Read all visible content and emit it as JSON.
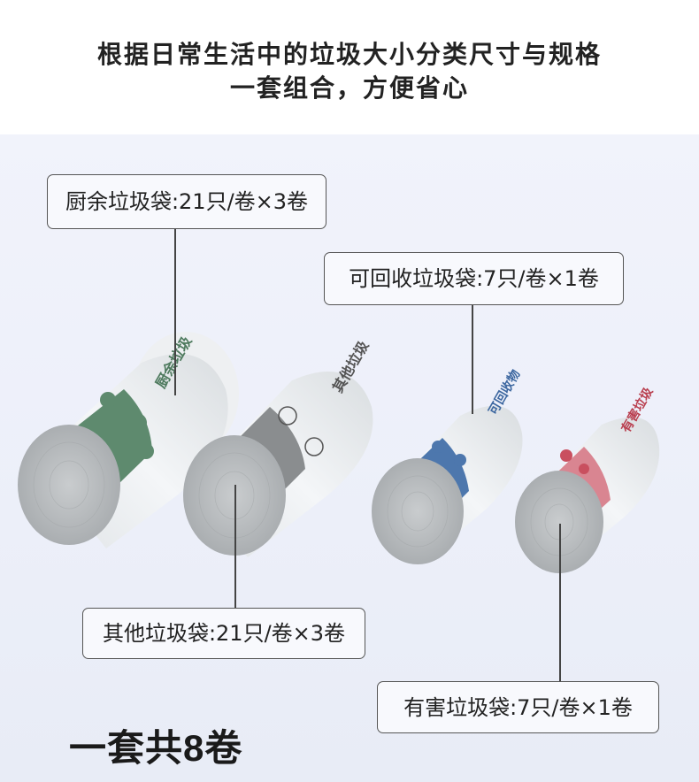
{
  "header": {
    "line1": "根据日常生活中的垃圾大小分类尺寸与规格",
    "line2": "一套组合，方便省心"
  },
  "labels": {
    "kitchen": "厨余垃圾袋:21只/卷×3卷",
    "recycle": "可回收垃圾袋:7只/卷×1卷",
    "other": "其他垃圾袋:21只/卷×3卷",
    "harmful": "有害垃圾袋:7只/卷×1卷"
  },
  "footer": "一套共8卷",
  "colors": {
    "kitchen_band": "#5e8a6e",
    "other_band": "#8a8d8f",
    "recycle_band": "#4d77ad",
    "harmful_band": "#d98591",
    "roll_end": "#b8bcbf"
  }
}
